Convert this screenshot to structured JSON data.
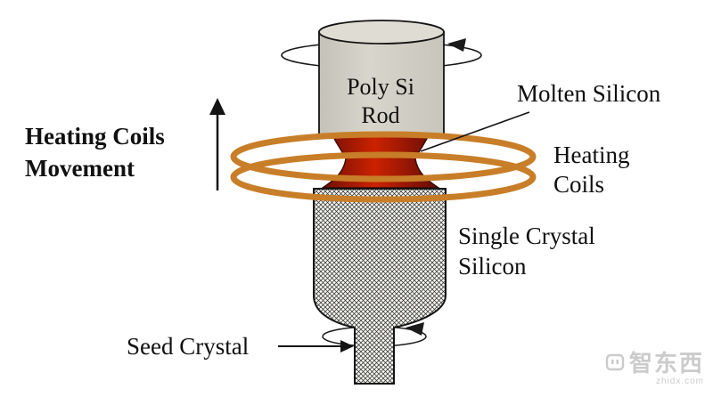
{
  "diagram": {
    "poly_rod": {
      "line1": "Poly Si",
      "line2": "Rod"
    },
    "molten_label": "Molten Silicon",
    "heating_coils_label": {
      "line1": "Heating",
      "line2": "Coils"
    },
    "movement_label": {
      "line1": "Heating Coils",
      "line2": "Movement"
    },
    "single_crystal_label": {
      "line1": "Single Crystal",
      "line2": "Silicon"
    },
    "seed_label": "Seed Crystal"
  },
  "watermark": {
    "text": "智东西",
    "subtext": "zhidx.com"
  },
  "colors": {
    "rod_fill": "#d2d0c6",
    "rod_top_fill": "#dedcd3",
    "molten_center": "#cc2200",
    "molten_edge": "#6e0f05",
    "coil": "#c87e28",
    "outline": "#141414",
    "watermark": "#c9c9c9"
  }
}
